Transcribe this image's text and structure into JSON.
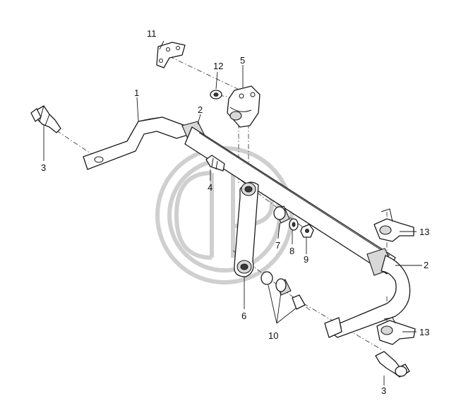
{
  "diagram": {
    "callouts": [
      {
        "id": "c1",
        "text": "1"
      },
      {
        "id": "c2a",
        "text": "2"
      },
      {
        "id": "c2b",
        "text": "2"
      },
      {
        "id": "c3a",
        "text": "3"
      },
      {
        "id": "c3b",
        "text": "3"
      },
      {
        "id": "c4",
        "text": "4"
      },
      {
        "id": "c5",
        "text": "5"
      },
      {
        "id": "c6",
        "text": "6"
      },
      {
        "id": "c7",
        "text": "7"
      },
      {
        "id": "c8",
        "text": "8"
      },
      {
        "id": "c9",
        "text": "9"
      },
      {
        "id": "c10",
        "text": "10"
      },
      {
        "id": "c11",
        "text": "11"
      },
      {
        "id": "c12",
        "text": "12"
      },
      {
        "id": "c13a",
        "text": "13"
      },
      {
        "id": "c13b",
        "text": "13"
      }
    ],
    "watermark": "logo-watermark"
  }
}
